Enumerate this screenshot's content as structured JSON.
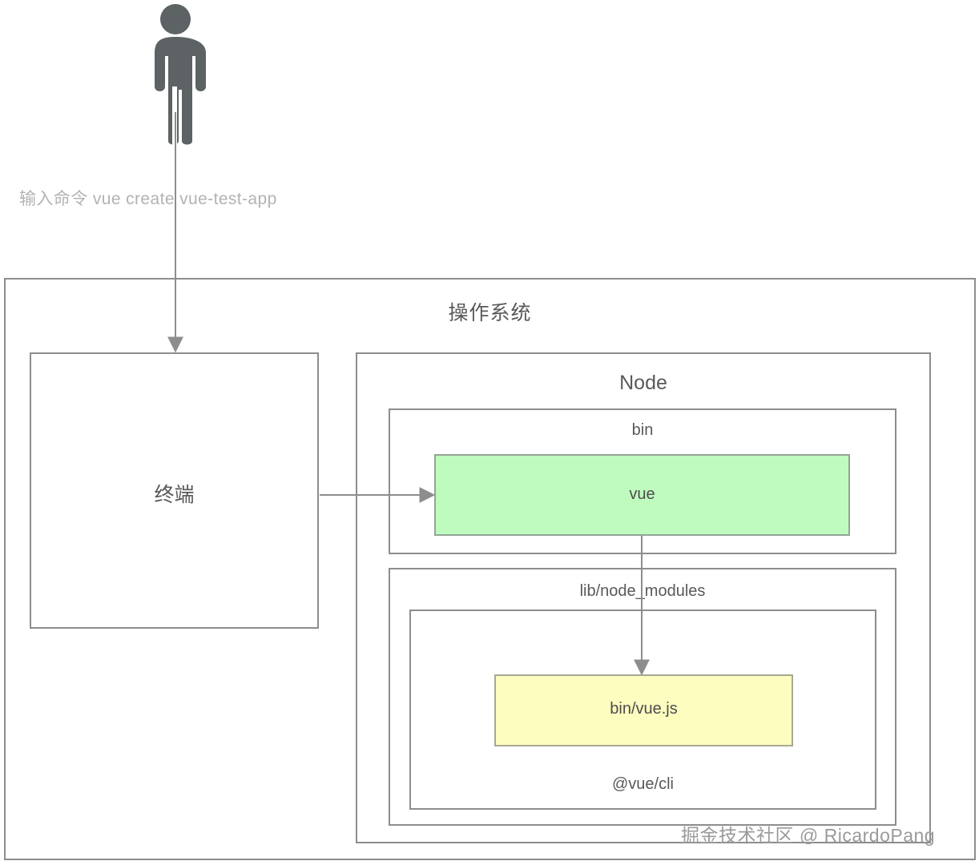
{
  "diagram": {
    "actor": {
      "icon": "person-icon",
      "command_label": "输入命令 vue create vue-test-app"
    },
    "os": {
      "title": "操作系统"
    },
    "terminal": {
      "title": "终端"
    },
    "node": {
      "title": "Node",
      "bin": {
        "title": "bin",
        "vue": {
          "label": "vue",
          "fill": "#bffbbf",
          "stroke": "#93a593"
        }
      },
      "lib_node_modules": {
        "title": "lib/node_modules",
        "vue_cli": {
          "title": "@vue/cli",
          "bin_vue_js": {
            "label": "bin/vue.js",
            "fill": "#fdfdc0",
            "stroke": "#a8a893"
          }
        }
      }
    },
    "connectors": [
      {
        "name": "actor-to-terminal",
        "from": "person-icon",
        "to": "terminal-box"
      },
      {
        "name": "terminal-to-vue",
        "from": "terminal-box",
        "to": "vue-box"
      },
      {
        "name": "vue-to-bin-vue-js",
        "from": "vue-box",
        "to": "bin-vue-js-box"
      }
    ],
    "colors": {
      "stroke": "#8d8d8d",
      "text": "#595959",
      "muted_text": "#b3b3b3",
      "actor": "#5d6365",
      "background": "#ffffff"
    },
    "watermark": "掘金技术社区 @ RicardoPang"
  }
}
